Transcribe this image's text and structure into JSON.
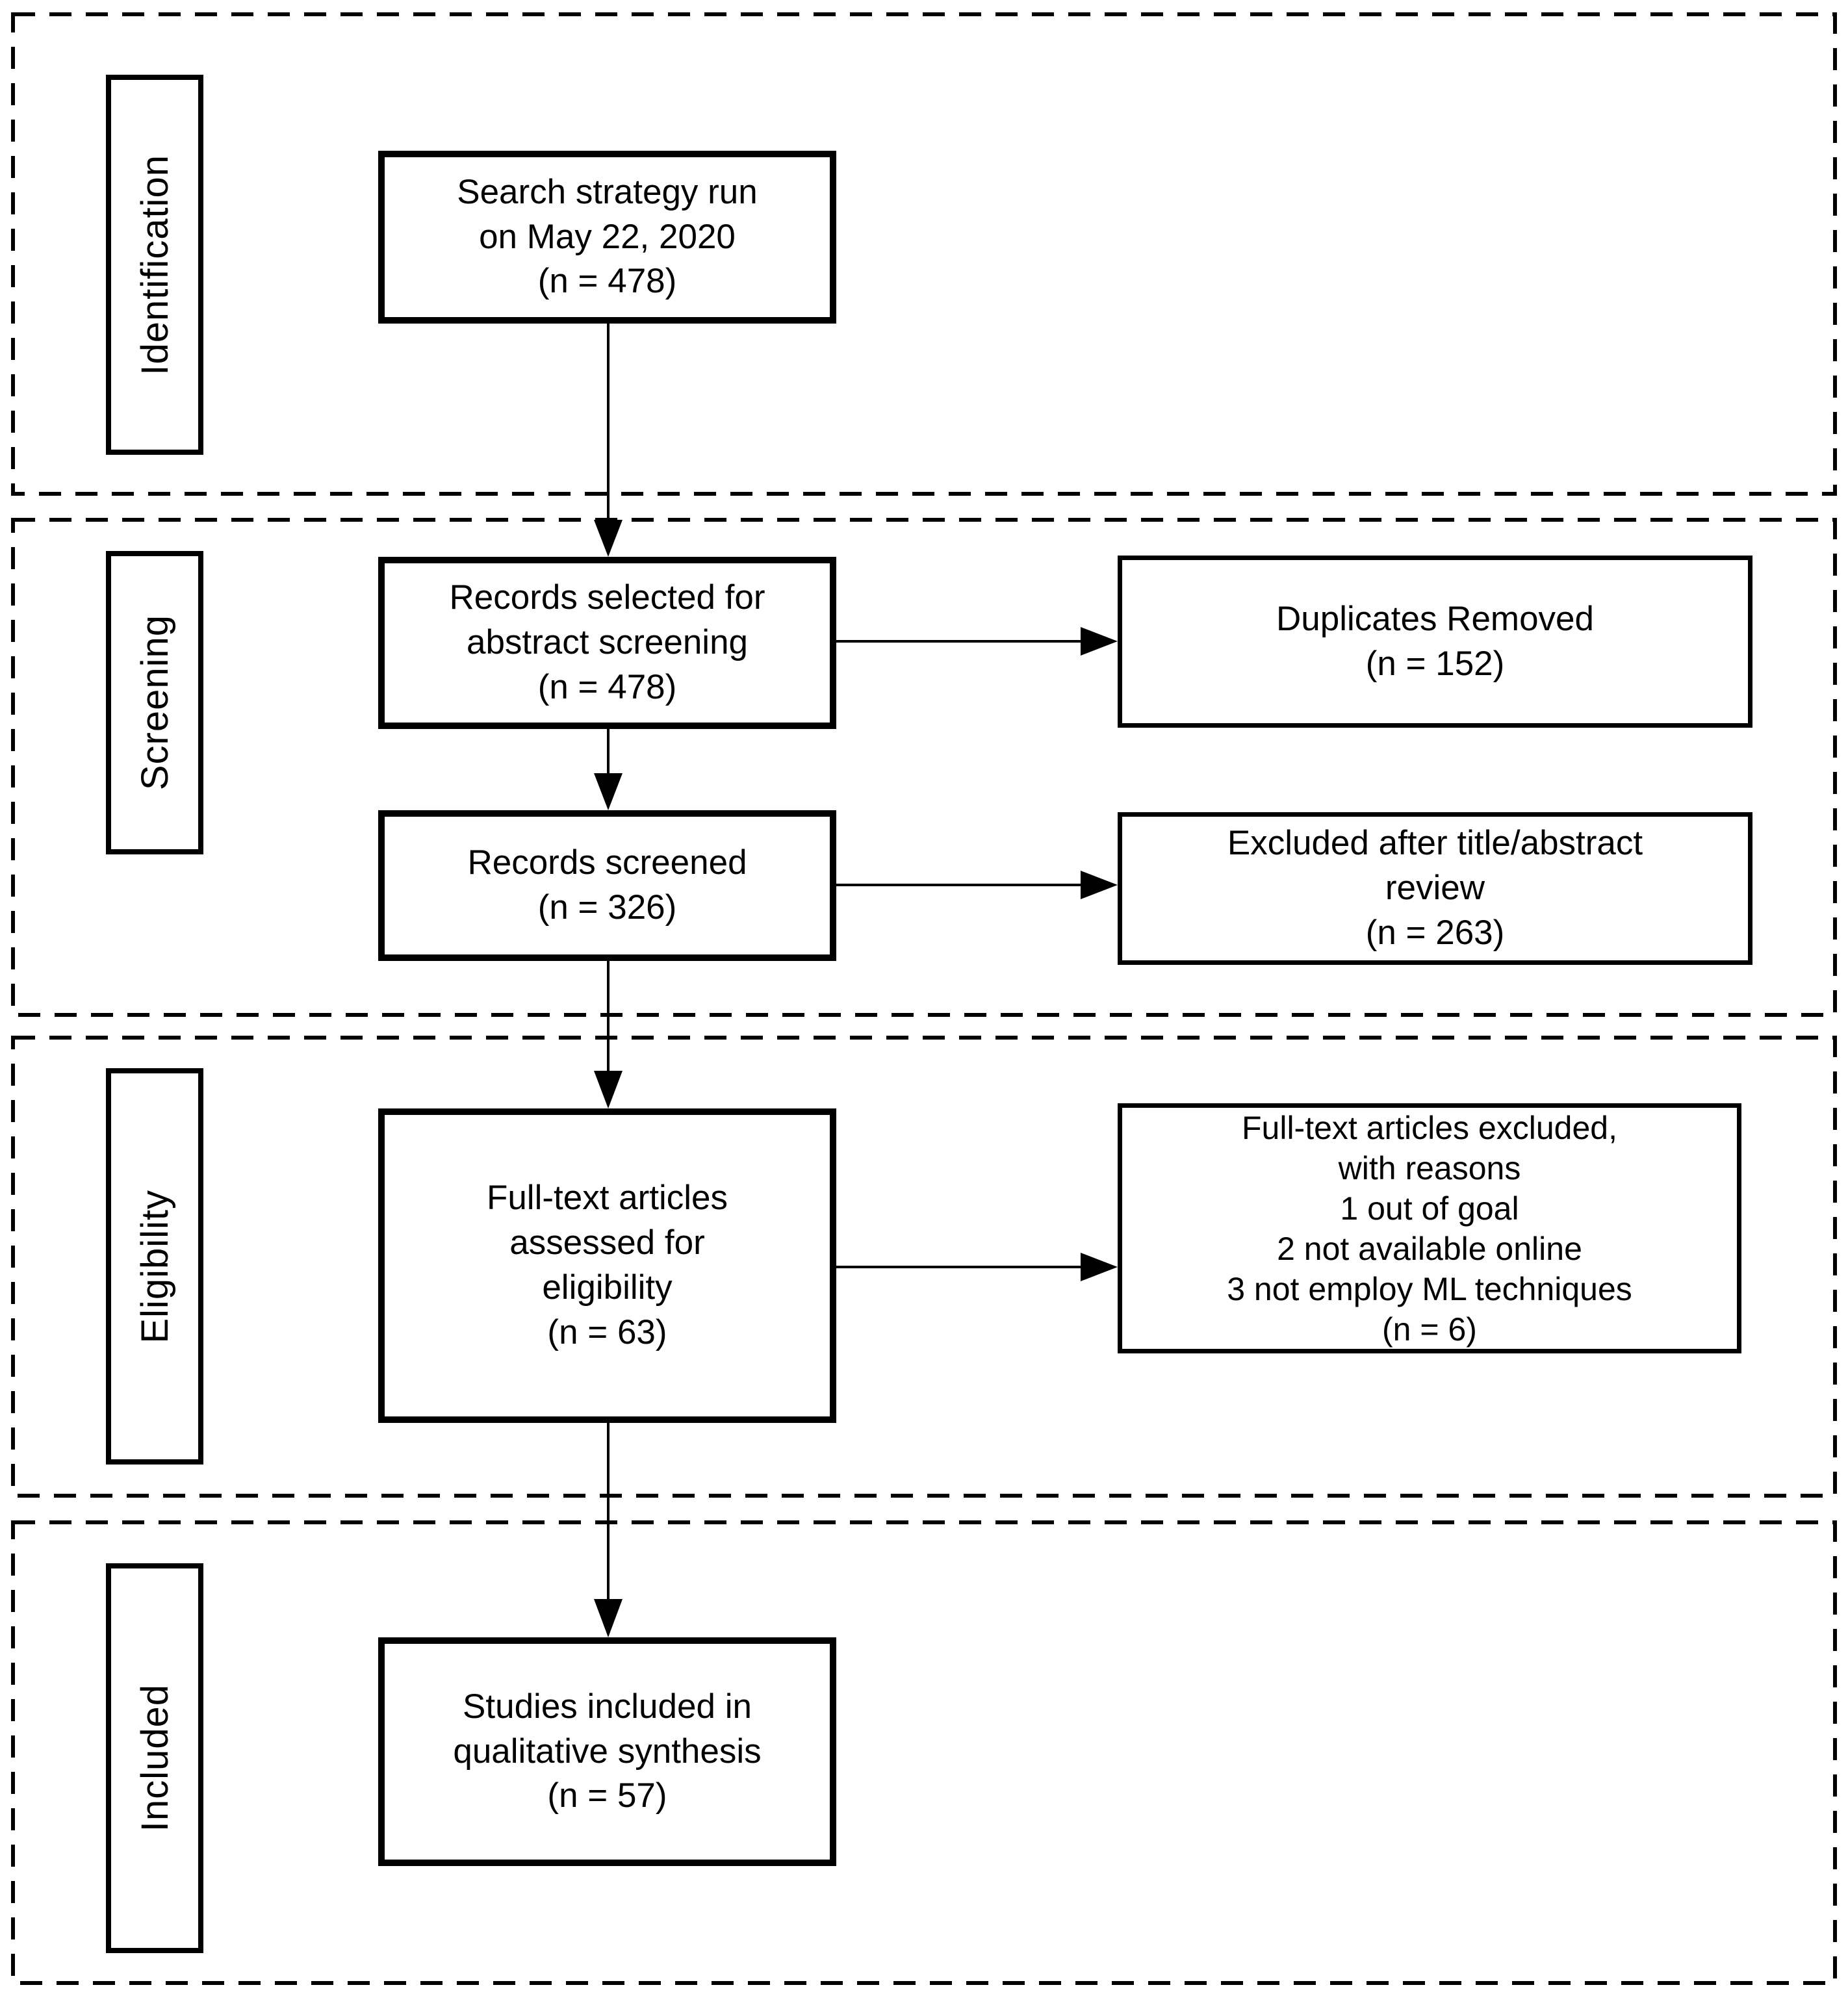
{
  "stages": [
    {
      "label": "Identification"
    },
    {
      "label": "Screening"
    },
    {
      "label": "Eligibility"
    },
    {
      "label": "Included"
    }
  ],
  "flow": [
    {
      "name": "search-strategy",
      "text": "Search strategy run\non May 22, 2020\n(n = 478)"
    },
    {
      "name": "records-selected",
      "text": "Records selected for\nabstract screening\n(n = 478)"
    },
    {
      "name": "records-screened",
      "text": "Records screened\n(n = 326)"
    },
    {
      "name": "fulltext-assessed",
      "text": "Full-text articles\nassessed for\neligibility\n(n = 63)"
    },
    {
      "name": "studies-included",
      "text": "Studies included in\nqualitative synthesis\n(n = 57)"
    }
  ],
  "exclusions": [
    {
      "name": "duplicates-removed",
      "text": "Duplicates Removed\n(n = 152)"
    },
    {
      "name": "excluded-title-abstract",
      "text": "Excluded after title/abstract\nreview\n(n = 263)"
    },
    {
      "name": "fulltext-excluded",
      "text": "Full-text articles excluded,\nwith reasons\n1 out of goal\n2 not available online\n3 not employ ML techniques\n(n = 6)"
    }
  ],
  "colors": {
    "line": "#000000",
    "background": "#ffffff"
  }
}
